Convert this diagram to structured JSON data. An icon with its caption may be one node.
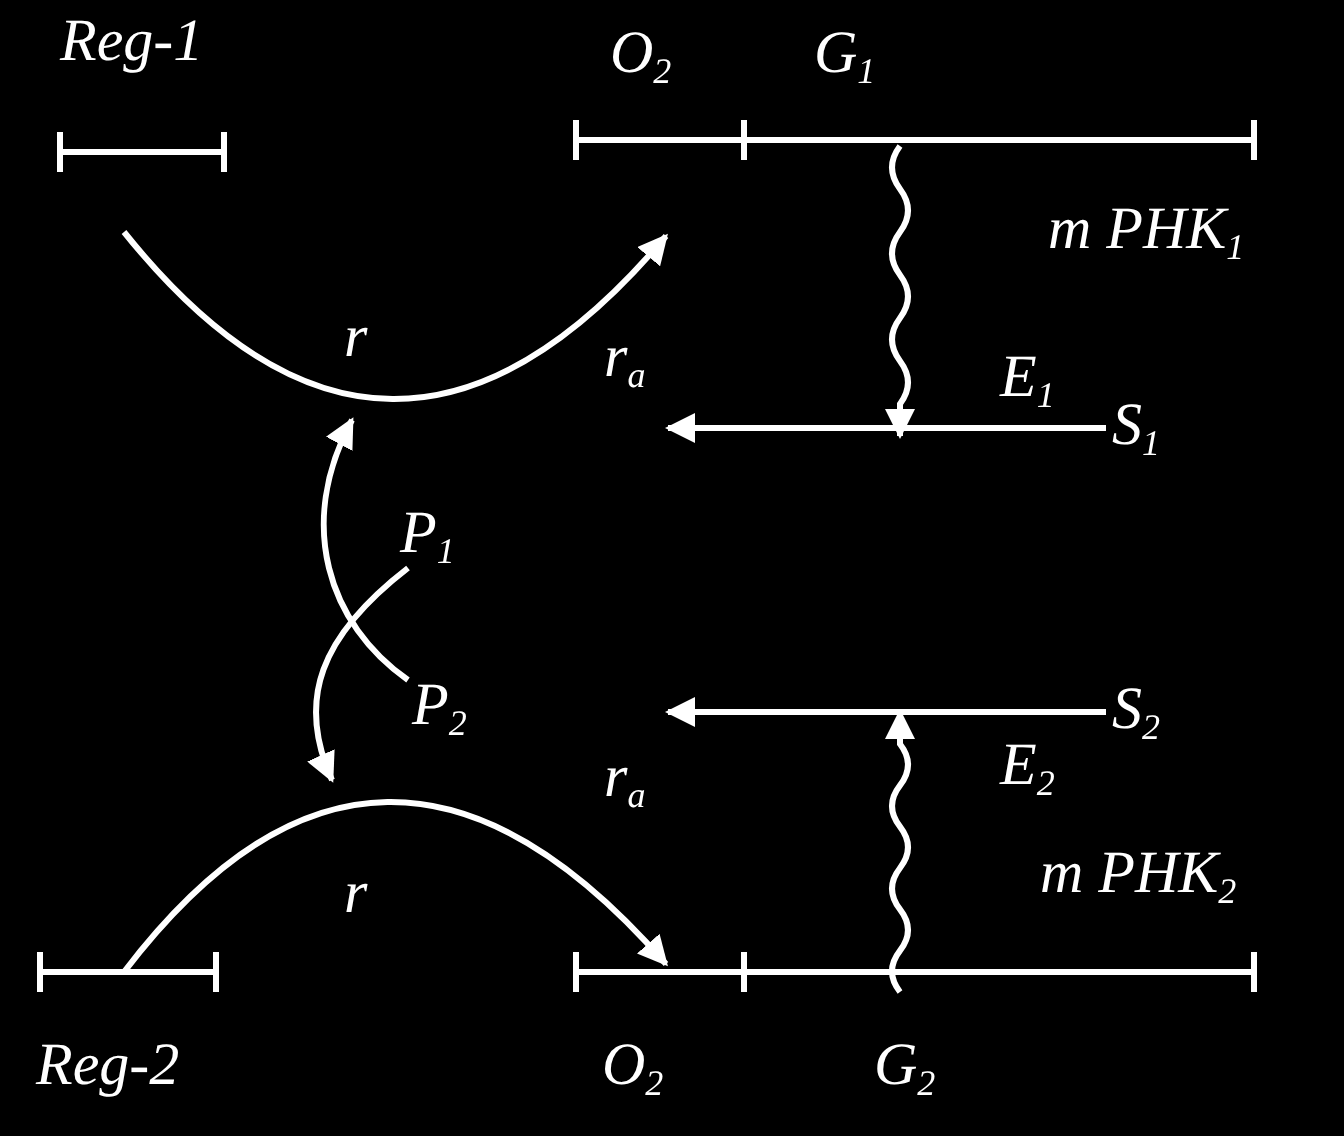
{
  "diagram": {
    "nodes": [
      {
        "text": [
          "Reg-1"
        ]
      },
      {
        "text": [
          "O$_{2}$"
        ]
      },
      {
        "text": [
          "G$_{1}$"
        ]
      },
      {
        "text": [
          "S$_{1}$"
        ]
      },
      {
        "text": [
          "P$_{1}$"
        ]
      },
      {
        "text": [
          "P$_{2}$"
        ]
      },
      {
        "text": [
          "S$_{2}$"
        ]
      },
      {
        "text": [
          "Reg-2"
        ]
      },
      {
        "text": [
          "O$_{2}$"
        ]
      },
      {
        "text": [
          "G$_{2}$"
        ]
      },
      {
        "text": [
          "r$_{a}$"
        ]
      },
      {
        "text": [
          "r$_{a}$"
        ]
      }
    ],
    "edges": [
      {
        "from": 0,
        "to": 1,
        "arrow": "to",
        "label": "r"
      },
      {
        "from": 2,
        "to": null,
        "arrow": "to"
      },
      {
        "from": 3,
        "to": 10,
        "arrow": "to",
        "label": "E$_{1}$"
      },
      {
        "from": 4,
        "to": null,
        "arrow": "to"
      },
      {
        "from": 5,
        "to": null,
        "arrow": "to"
      },
      {
        "from": 6,
        "to": 11,
        "arrow": "to",
        "label": "E$_{2}$"
      },
      {
        "from": 9,
        "to": null,
        "arrow": "to"
      },
      {
        "from": 7,
        "to": 8,
        "arrow": "to",
        "label": "r"
      }
    ],
    "labels": [
      "m PHK$_{1}$",
      "m PHK$_{2}$"
    ]
  }
}
